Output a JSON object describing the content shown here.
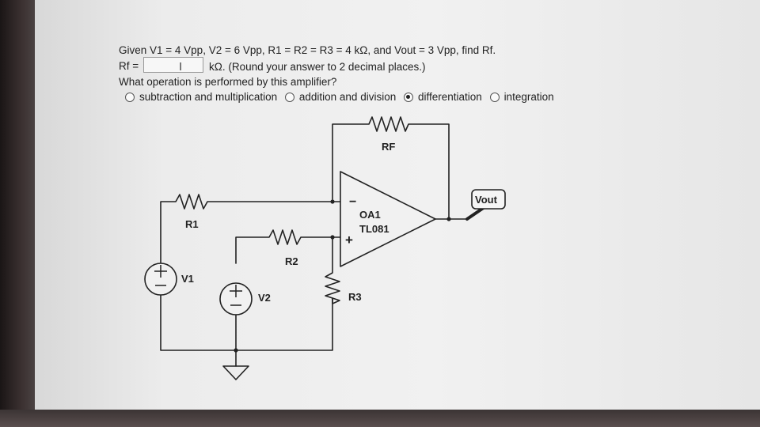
{
  "question": {
    "given": "Given V1 = 4 Vpp, V2 = 6 Vpp, R1 = R2 = R3 = 4 kΩ, and Vout = 3 Vpp, find Rf.",
    "rf_label": "Rf =",
    "rf_value": "",
    "rf_unit": "kΩ. (Round your answer to 2 decimal places.)",
    "operation_prompt": "What operation is performed by this amplifier?"
  },
  "options": [
    {
      "label": "subtraction and multiplication",
      "selected": false
    },
    {
      "label": "addition and division",
      "selected": false
    },
    {
      "label": "differentiation",
      "selected": true
    },
    {
      "label": "integration",
      "selected": false
    }
  ],
  "circuit": {
    "rf": "RF",
    "r1": "R1",
    "r2": "R2",
    "r3": "R3",
    "v1": "V1",
    "v2": "V2",
    "opamp_name": "OA1",
    "opamp_model": "TL081",
    "vout": "Vout",
    "minus": "−",
    "plus": "+"
  }
}
